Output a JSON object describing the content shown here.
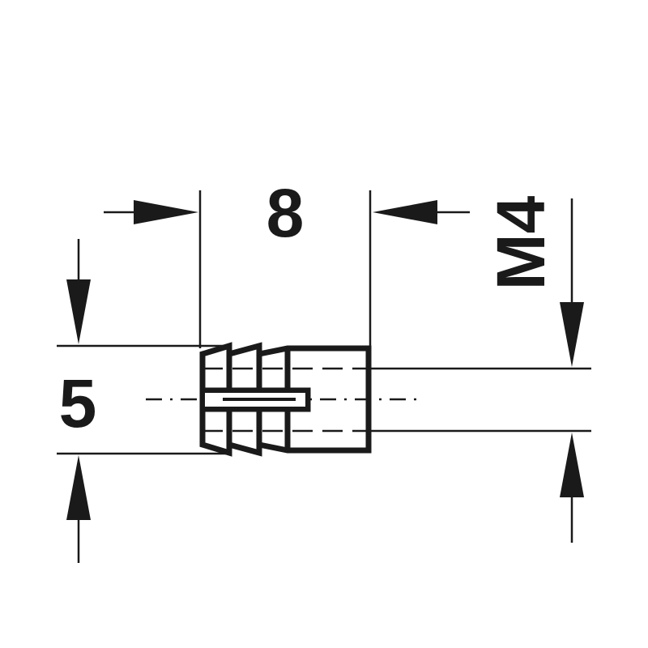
{
  "drawing": {
    "length_label": "8",
    "outer_diameter_label": "5",
    "thread_label": "M4",
    "line_color": "#1a1a1a"
  }
}
